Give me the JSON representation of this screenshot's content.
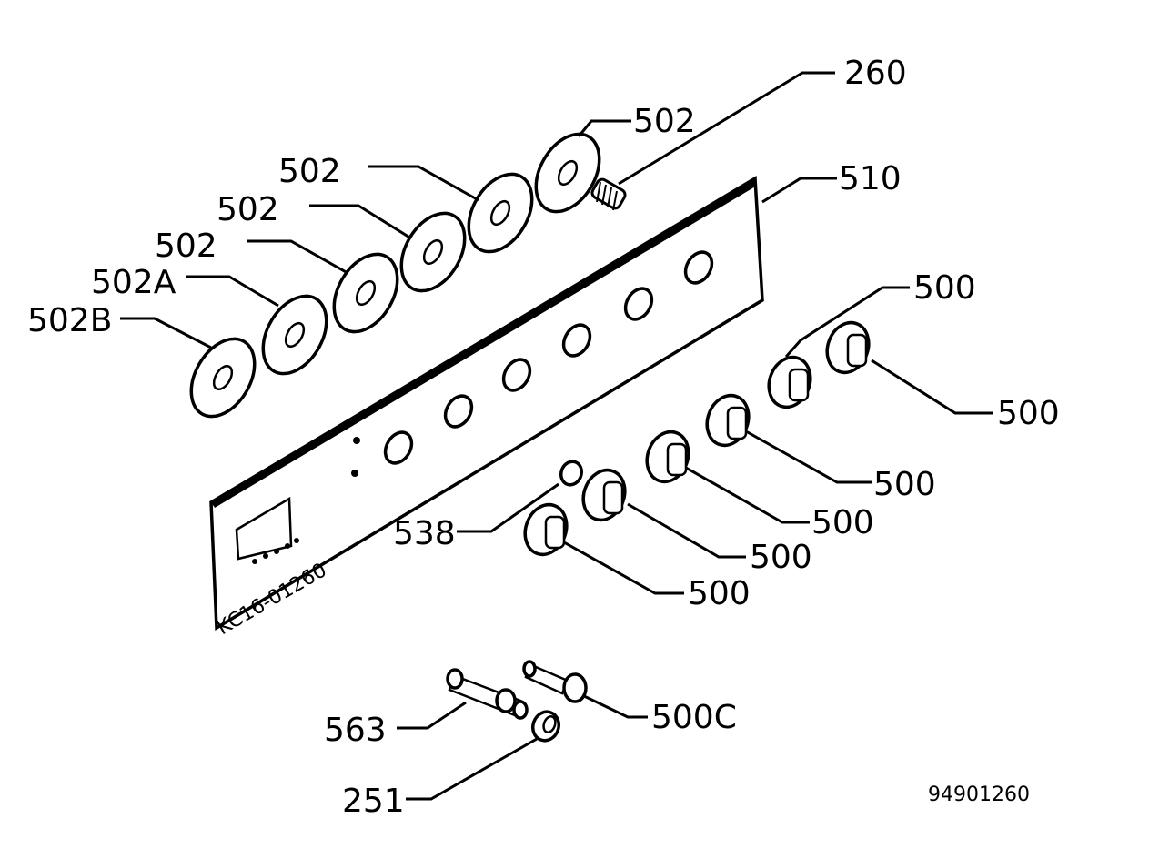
{
  "diagram": {
    "drawing_number": "94901260",
    "panel_marking": "KC16-01260",
    "labels": {
      "l260": "260",
      "l502_top": "502",
      "l502_a": "502",
      "l502_b": "502",
      "l502_c": "502",
      "l502A": "502A",
      "l502B": "502B",
      "l510": "510",
      "l500_1": "500",
      "l500_2": "500",
      "l500_3": "500",
      "l500_4": "500",
      "l500_5": "500",
      "l500_6": "500",
      "l538": "538",
      "l563": "563",
      "l500C": "500C",
      "l251": "251"
    }
  }
}
